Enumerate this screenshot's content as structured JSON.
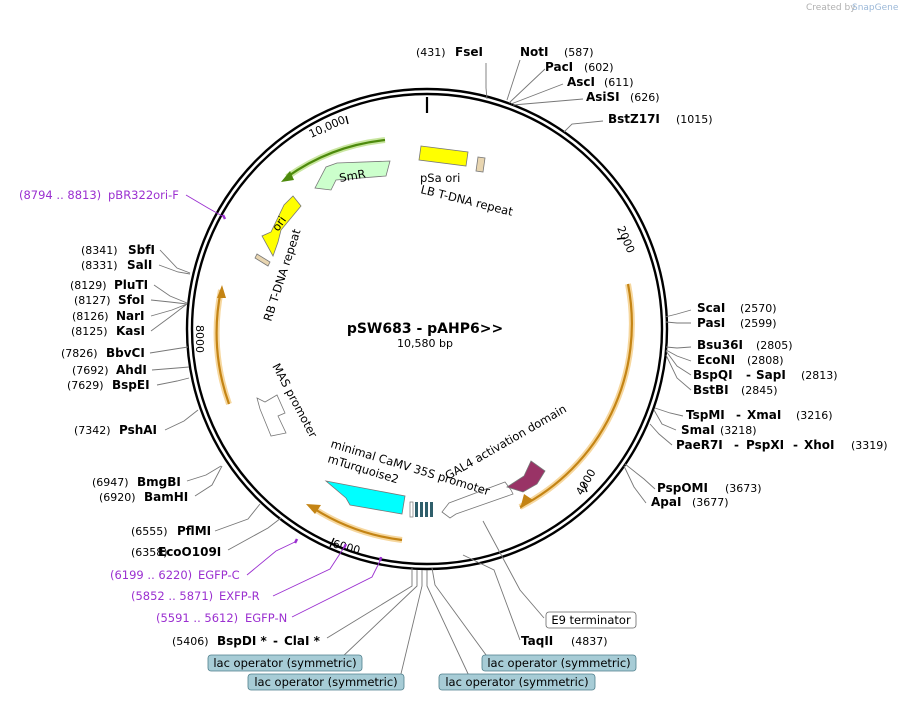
{
  "credit": {
    "created_by": "Created by",
    "brand": "SnapGene"
  },
  "plasmid": {
    "name": "pSW683 - pAHP6>>",
    "length": "10,580 bp"
  },
  "ticks": [
    "2000",
    "4000",
    "6000",
    "8000",
    "10,000"
  ],
  "sites": [
    {
      "id": "fsei",
      "name": "FseI",
      "pos": "(431)"
    },
    {
      "id": "noti",
      "name": "NotI",
      "pos": "(587)"
    },
    {
      "id": "paci",
      "name": "PacI",
      "pos": "(602)"
    },
    {
      "id": "asci",
      "name": "AscI",
      "pos": "(611)"
    },
    {
      "id": "asisi",
      "name": "AsiSI",
      "pos": "(626)"
    },
    {
      "id": "bstz17i",
      "name": "BstZ17I",
      "pos": "(1015)"
    },
    {
      "id": "scai",
      "name": "ScaI",
      "pos": "(2570)"
    },
    {
      "id": "pasi",
      "name": "PasI",
      "pos": "(2599)"
    },
    {
      "id": "bsu36i",
      "name": "Bsu36I",
      "pos": "(2805)"
    },
    {
      "id": "econi",
      "name": "EcoNI",
      "pos": "(2808)"
    },
    {
      "id": "bspqi",
      "name": "BspQI",
      "sep": "-",
      "name2": "SapI",
      "pos": "(2813)"
    },
    {
      "id": "bstbi",
      "name": "BstBI",
      "pos": "(2845)"
    },
    {
      "id": "tspmi",
      "name": "TspMI",
      "sep": "-",
      "name2": "XmaI",
      "pos": "(3216)"
    },
    {
      "id": "smai",
      "name": "SmaI",
      "pos": "(3218)"
    },
    {
      "id": "paer7i",
      "name": "PaeR7I",
      "sep": "-",
      "name2": "PspXI",
      "sep2": "-",
      "name3": "XhoI",
      "pos": "(3319)"
    },
    {
      "id": "pspomi",
      "name": "PspOMI",
      "pos": "(3673)"
    },
    {
      "id": "apai",
      "name": "ApaI",
      "pos": "(3677)"
    },
    {
      "id": "taqii",
      "name": "TaqII",
      "pos": "(4837)"
    },
    {
      "id": "bspdi",
      "name": "BspDI *",
      "sep": "-",
      "name2": "ClaI *",
      "pos": "(5406)"
    },
    {
      "id": "eco0109i",
      "name": "EcoO109I",
      "pos": "(6358)"
    },
    {
      "id": "pflmi",
      "name": "PflMI",
      "pos": "(6555)"
    },
    {
      "id": "bamhi",
      "name": "BamHI",
      "pos": "(6920)"
    },
    {
      "id": "bmgbi",
      "name": "BmgBI",
      "pos": "(6947)"
    },
    {
      "id": "pshai",
      "name": "PshAI",
      "pos": "(7342)"
    },
    {
      "id": "bspei",
      "name": "BspEI",
      "pos": "(7629)"
    },
    {
      "id": "ahdi",
      "name": "AhdI",
      "pos": "(7692)"
    },
    {
      "id": "bbvci",
      "name": "BbvCI",
      "pos": "(7826)"
    },
    {
      "id": "kasi",
      "name": "KasI",
      "pos": "(8125)"
    },
    {
      "id": "nari",
      "name": "NarI",
      "pos": "(8126)"
    },
    {
      "id": "sfoi",
      "name": "SfoI",
      "pos": "(8127)"
    },
    {
      "id": "pluti",
      "name": "PluTI",
      "pos": "(8129)"
    },
    {
      "id": "sali",
      "name": "SalI",
      "pos": "(8331)"
    },
    {
      "id": "sbfi",
      "name": "SbfI",
      "pos": "(8341)"
    }
  ],
  "primers": [
    {
      "id": "pbr322ori",
      "range": "(8794 .. 8813)",
      "name": "pBR322ori-F"
    },
    {
      "id": "egfpc",
      "range": "(6199 .. 6220)",
      "name": "EGFP-C"
    },
    {
      "id": "exfpr",
      "range": "(5852 .. 5871)",
      "name": "EXFP-R"
    },
    {
      "id": "egfpn",
      "range": "(5591 .. 5612)",
      "name": "EGFP-N"
    }
  ],
  "features": {
    "psa_ori": "pSa ori",
    "lb_repeat": "LB T-DNA repeat",
    "smr": "SmR",
    "ori": "ori",
    "rb_repeat": "RB T-DNA repeat",
    "mas_promoter": "MAS promoter",
    "minimal_camv": "minimal CaMV 35S promoter",
    "mturquoise2": "mTurquoise2",
    "gal4": "GAL4 activation domain",
    "e9": "E9 terminator",
    "lac_op": "lac operator (symmetric)"
  },
  "colors": {
    "backbone": "#000000",
    "psa_ori": "#ffff00",
    "smr": "#ccffcc",
    "ori": "#ffff00",
    "mturquoise2": "#00ffff",
    "gal4": "#993366",
    "mas": "#ffffff",
    "orf_arc": "#f0b030",
    "orf_arc_green": "#5a9a10",
    "lac_box": "#a7ccd6",
    "primer": "#9b30d0",
    "repeat": "#e8d5b0"
  }
}
